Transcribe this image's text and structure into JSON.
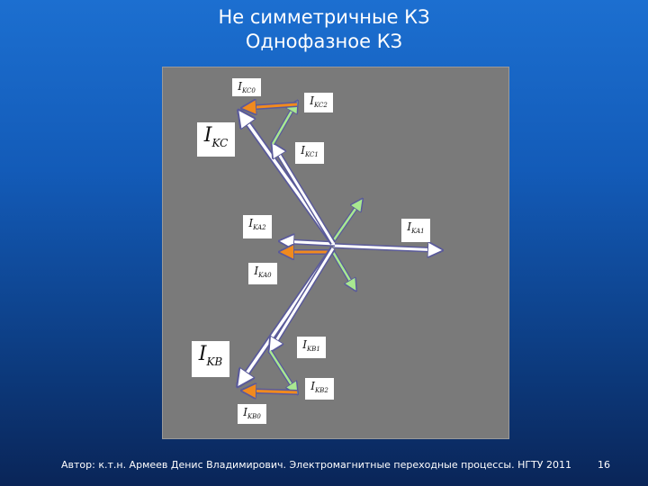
{
  "slide": {
    "title_line1": "Не симметричные КЗ",
    "title_line2": "Однофазное КЗ",
    "footer": "Автор: к.т.н. Армеев Денис Владимирович. Электромагнитные переходные процессы. НГТУ 2011",
    "page_number": "16"
  },
  "labels": {
    "ikc0": {
      "main": "I",
      "sub": "KC0"
    },
    "ikc2": {
      "main": "I",
      "sub": "KC2"
    },
    "ikc": {
      "main": "I",
      "sub": "KC"
    },
    "ikc1": {
      "main": "I",
      "sub": "KC1"
    },
    "ika2": {
      "main": "I",
      "sub": "KA2"
    },
    "ika1": {
      "main": "I",
      "sub": "KA1"
    },
    "ika0": {
      "main": "I",
      "sub": "KA0"
    },
    "ikb": {
      "main": "I",
      "sub": "KB"
    },
    "ikb1": {
      "main": "I",
      "sub": "KB1"
    },
    "ikb2": {
      "main": "I",
      "sub": "KB2"
    },
    "ikb0": {
      "main": "I",
      "sub": "KB0"
    }
  },
  "colors": {
    "background_top": "#1c6fd0",
    "background_bottom": "#0a2558",
    "panel": "#7a7a7a",
    "vector_white": "#ffffff",
    "vector_green": "#a8e890",
    "vector_orange": "#f08a1e",
    "vector_outline": "#5a5a9a"
  }
}
